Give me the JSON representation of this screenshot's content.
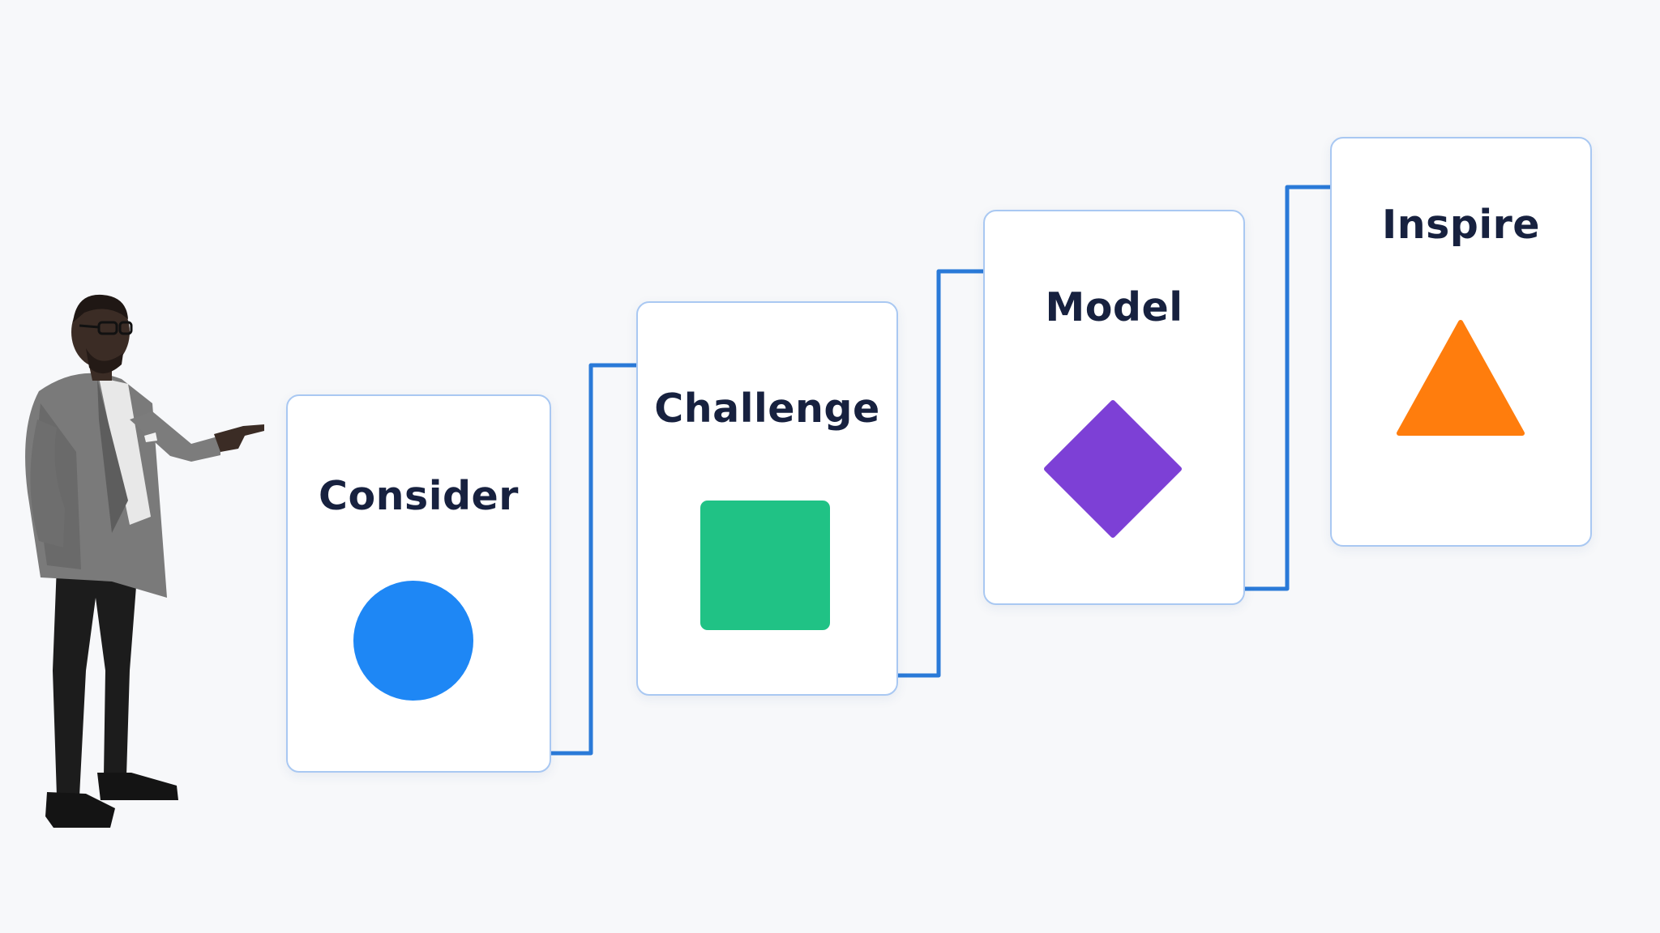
{
  "diagram": {
    "steps": [
      {
        "label": "Consider",
        "shape": "circle",
        "color": "#1e87f5"
      },
      {
        "label": "Challenge",
        "shape": "rounded-square",
        "color": "#20c285"
      },
      {
        "label": "Model",
        "shape": "diamond",
        "color": "#7d40d6"
      },
      {
        "label": "Inspire",
        "shape": "triangle",
        "color": "#ff7d0d"
      }
    ],
    "connector_color": "#2a7ad8",
    "presenter": {
      "icon": "presenter-pointing-icon"
    }
  }
}
